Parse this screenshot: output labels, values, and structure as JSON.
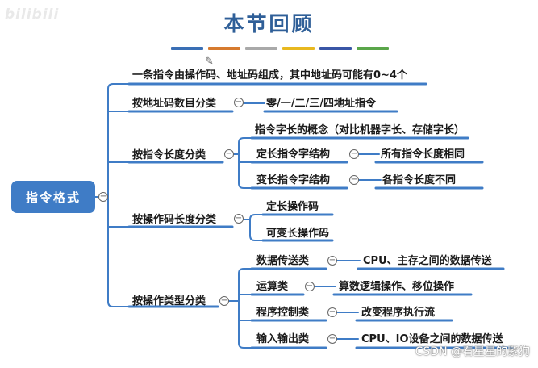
{
  "title": "本节回顾",
  "watermark_top": "bilibili",
  "watermark_bottom": "CSDN @看星星的紫狗",
  "color_bar": [
    "#3a6fb5",
    "#d67a2e",
    "#a9a9a9",
    "#e8b81f",
    "#3956a6",
    "#5aa64a"
  ],
  "root": "指令格式",
  "top_note": "一条指令由操作码、地址码组成，其中地址码可能有0~4个",
  "b1": {
    "label": "按地址码数目分类",
    "child": "零/一/二/三/四地址指令"
  },
  "b2": {
    "label": "按指令长度分类",
    "concept": "指令字长的概念（对比机器字长、存储字长）",
    "fixed": "定长指令字结构",
    "fixed_desc": "所有指令长度相同",
    "variable": "变长指令字结构",
    "variable_desc": "各指令长度不同"
  },
  "b3": {
    "label": "按操作码长度分类",
    "c1": "定长操作码",
    "c2": "可变长操作码"
  },
  "b4": {
    "label": "按操作类型分类",
    "t1": "数据传送类",
    "d1": "CPU、主存之间的数据传送",
    "t2": "运算类",
    "d2": "算数逻辑操作、移位操作",
    "t3": "程序控制类",
    "d3": "改变程序执行流",
    "t4": "输入输出类",
    "d4": "CPU、IO设备之间的数据传送"
  }
}
